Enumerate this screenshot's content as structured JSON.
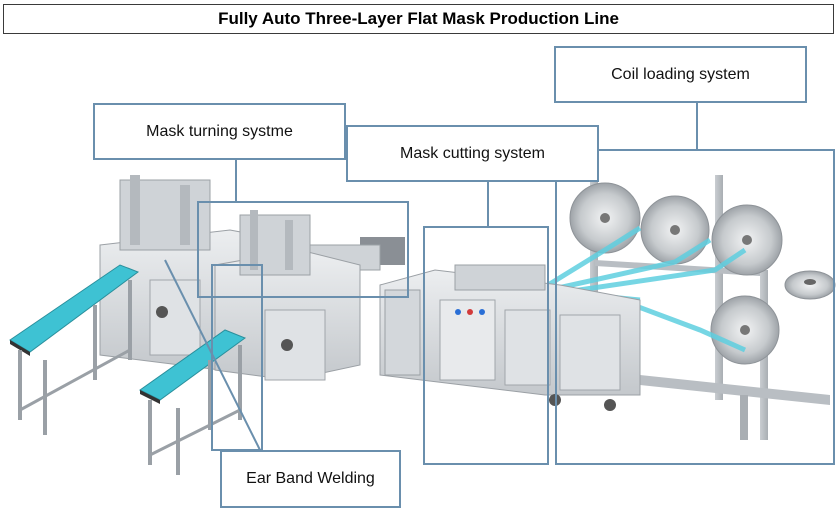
{
  "title": "Fully Auto Three-Layer Flat Mask Production Line",
  "labels": {
    "coil_loading": "Coil loading system",
    "mask_turning": "Mask turning systme",
    "mask_cutting": "Mask cutting system",
    "ear_band": "Ear Band Welding"
  },
  "colors": {
    "callout_border": "#6a8fad",
    "machine_body": "#d9dcdf",
    "accent_teal": "#4fc9d9",
    "roll": "#bfc3c7"
  }
}
